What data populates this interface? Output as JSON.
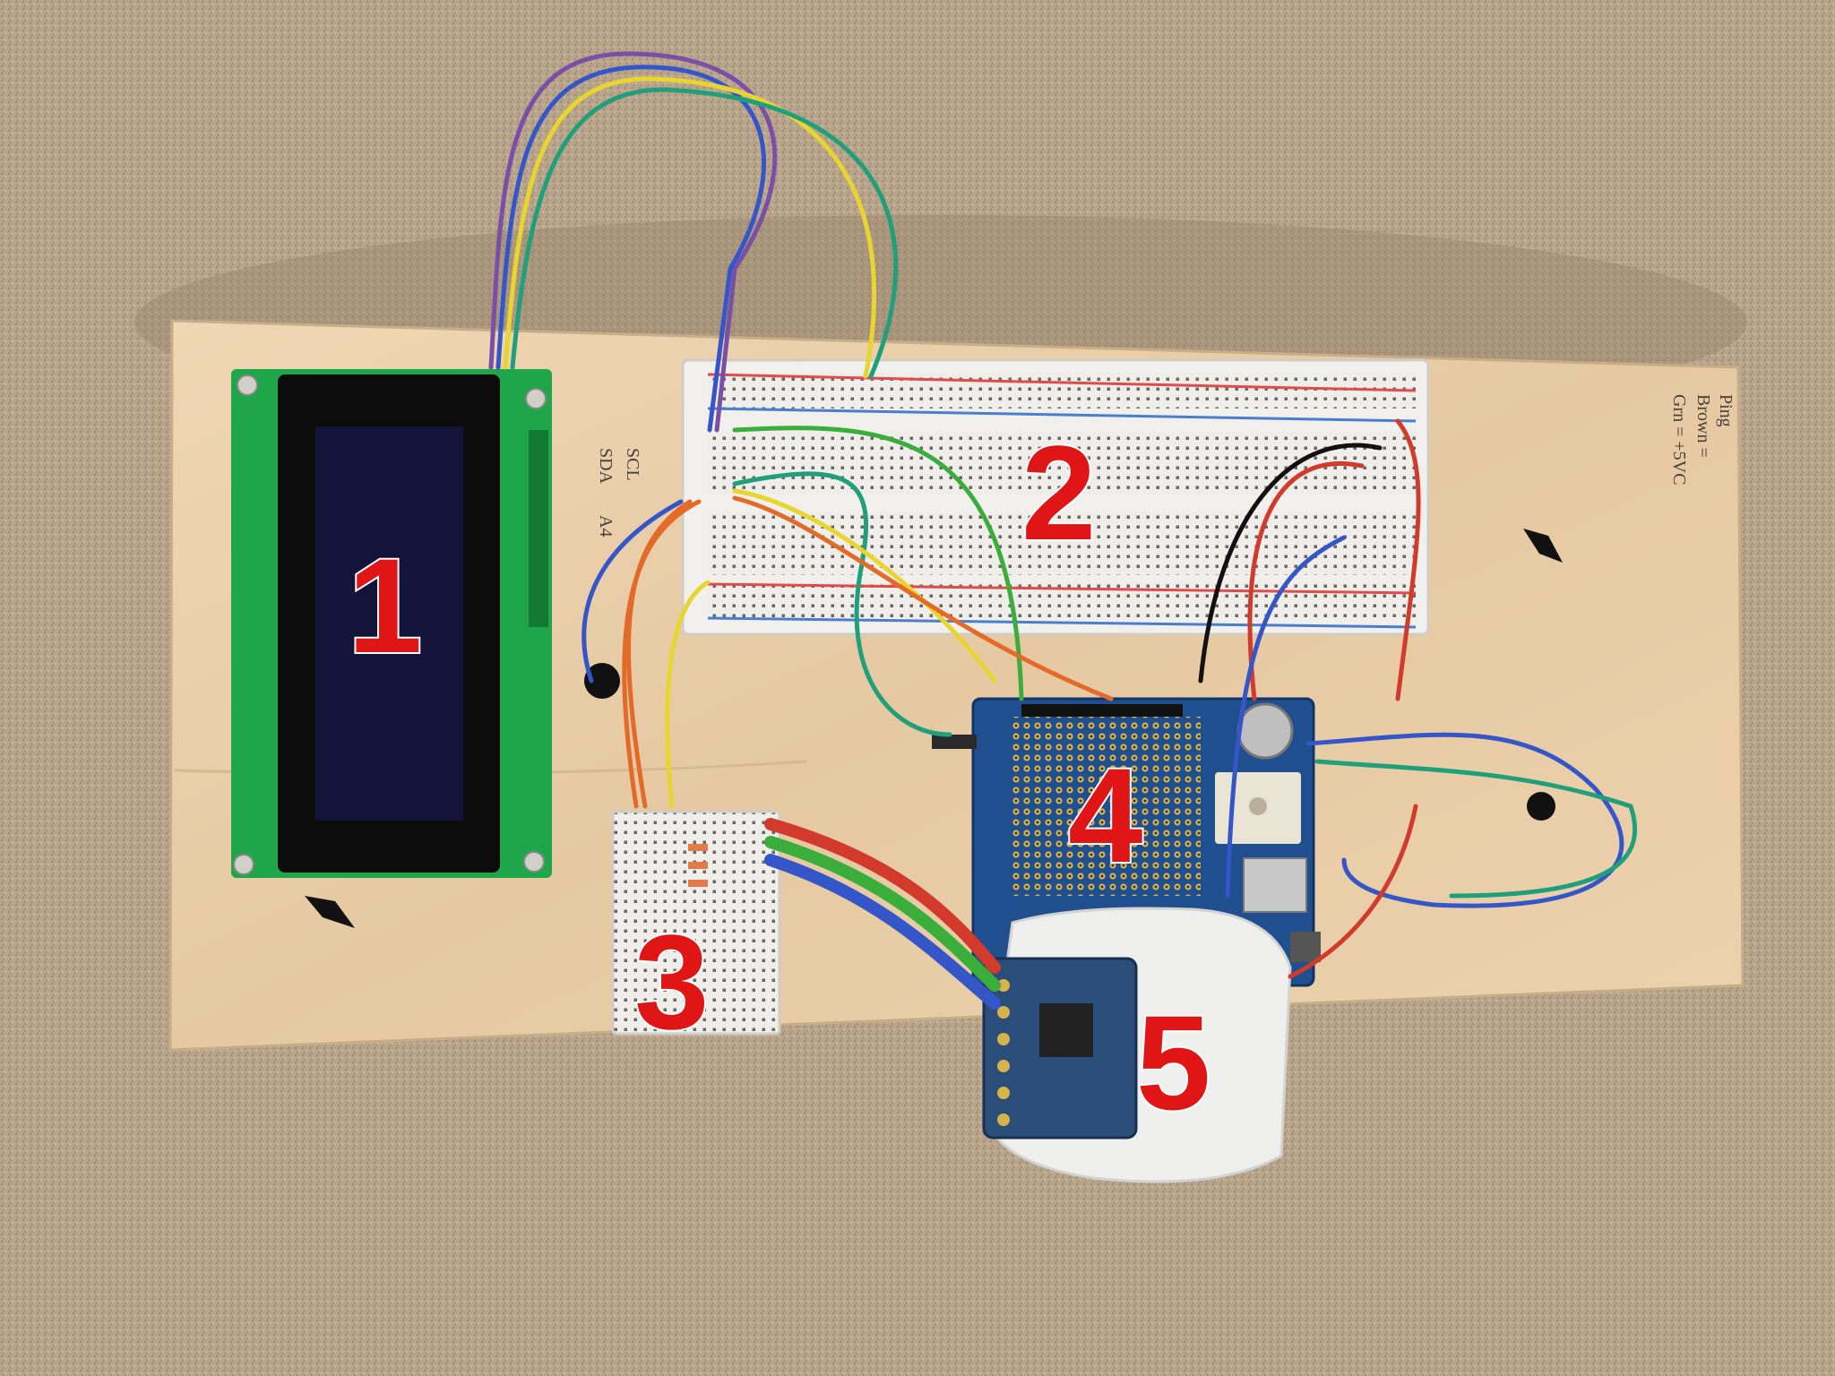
{
  "photo": {
    "subject": "Electronics prototype board",
    "labels": [
      "1",
      "2",
      "3",
      "4",
      "5"
    ],
    "handwriting": {
      "i2c_note_1": "SCL",
      "i2c_note_2": "SDA",
      "i2c_val_2": "A4",
      "ping_title": "Ping",
      "ping_line_1": "Brown =",
      "ping_line_2": "Grn = +5VC"
    },
    "colors": {
      "carpet": "#b9a58b",
      "plywood": "#e8cda8",
      "lcd_pcb": "#1fa64a",
      "lcd_screen": "#14143a",
      "arduino_shield": "#1f4f8f",
      "number_label": "#e01616"
    }
  }
}
